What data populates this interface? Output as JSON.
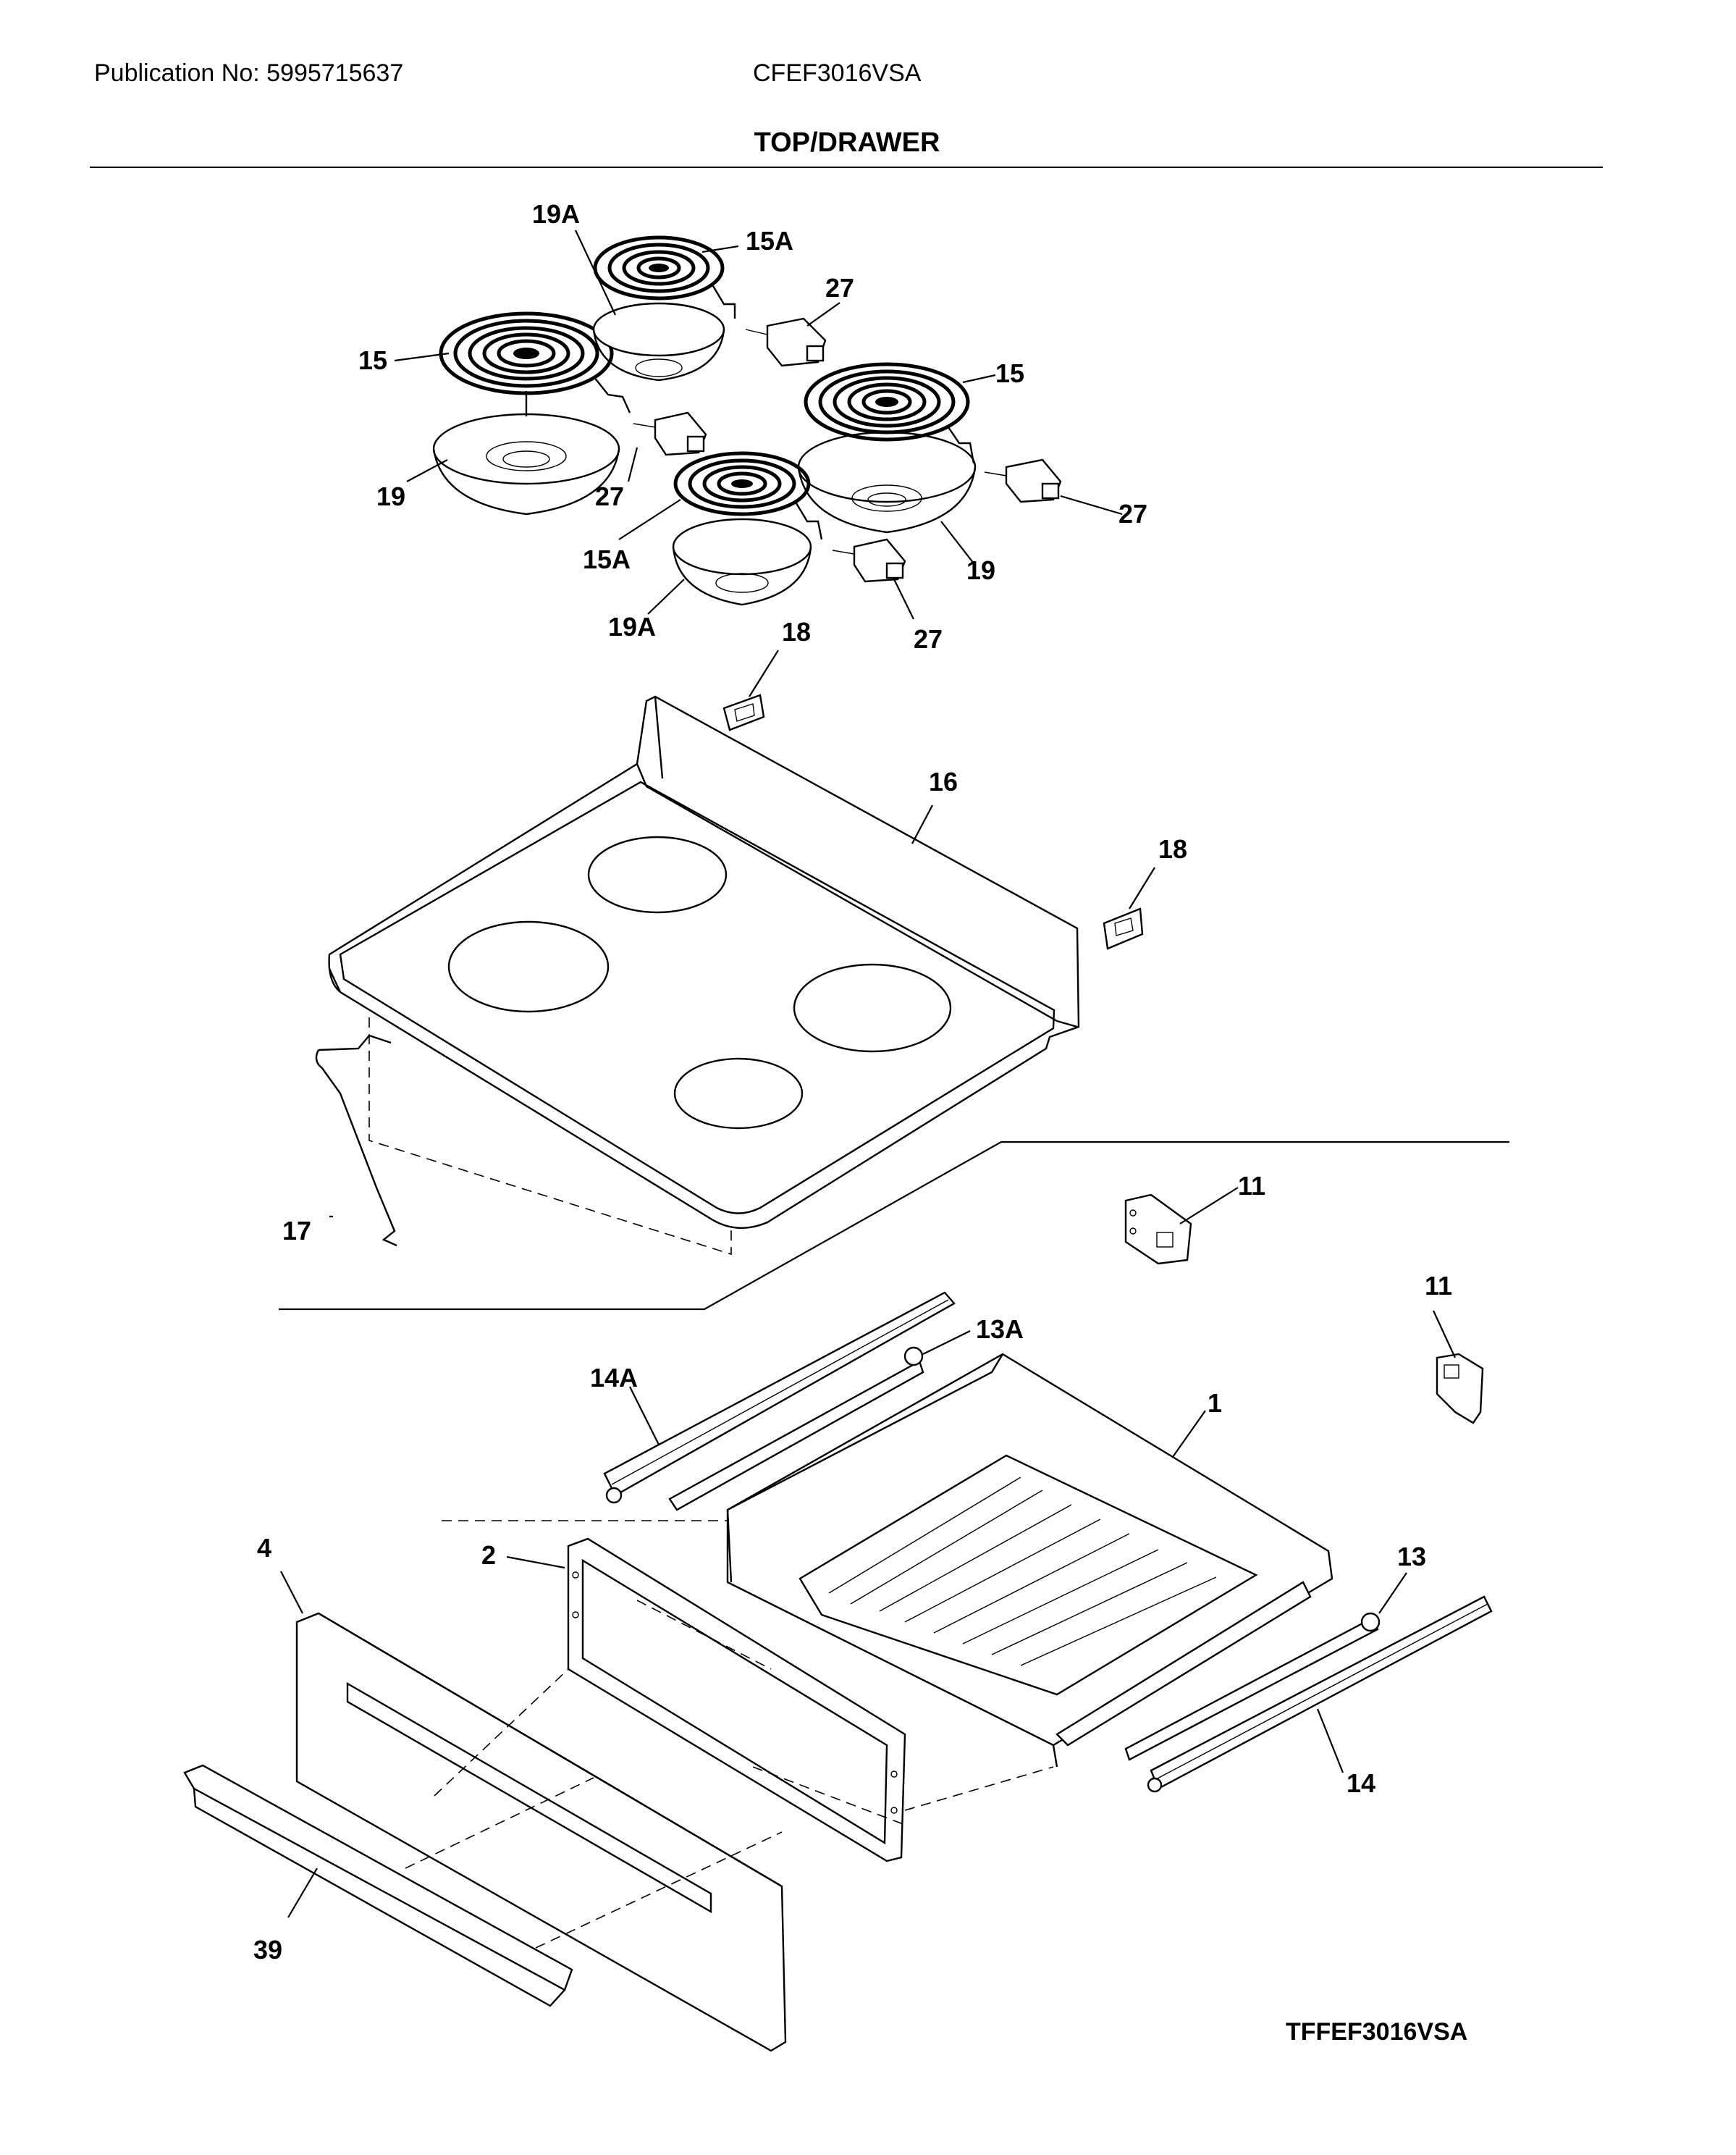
{
  "header": {
    "publication": "Publication No: 5995715637",
    "model": "CFEF3016VSA",
    "section_title": "TOP/DRAWER"
  },
  "footer": {
    "diagram_code": "TFFEF3016VSA"
  },
  "labels": {
    "l19a_top": "19A",
    "l15a_top": "15A",
    "l27_top": "27",
    "l15_left": "15",
    "l15_right": "15",
    "l19_left": "19",
    "l27_mid": "27",
    "l27_right": "27",
    "l15a_bot": "15A",
    "l19_right": "19",
    "l19a_bot": "19A",
    "l27_bot": "27",
    "l18_top": "18",
    "l16": "16",
    "l18_right": "18",
    "l17": "17",
    "l11_a": "11",
    "l11_b": "11",
    "l13a": "13A",
    "l14a": "14A",
    "l1": "1",
    "l4": "4",
    "l2": "2",
    "l13": "13",
    "l14": "14",
    "l39": "39"
  }
}
